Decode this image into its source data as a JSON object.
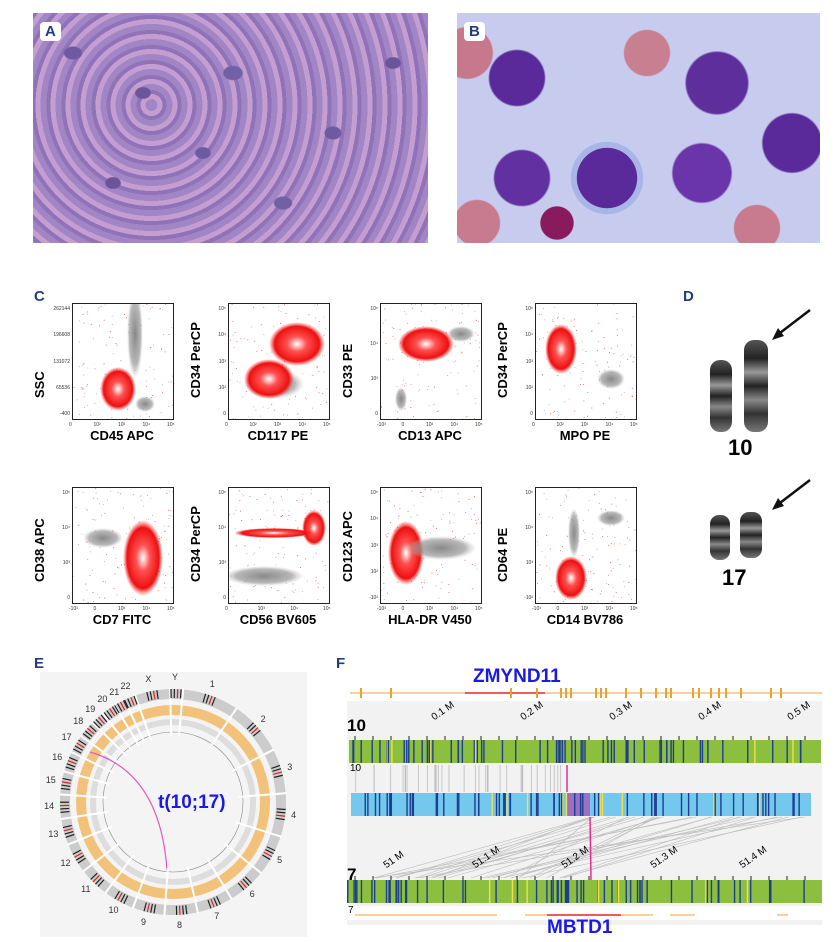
{
  "panels": {
    "a": "A",
    "b": "B",
    "c": "C",
    "d": "D",
    "e": "E",
    "f": "F"
  },
  "facs": [
    {
      "y": "SSC",
      "x": "CD45 APC",
      "yticks": [
        "262144",
        "196608",
        "131072",
        "65536",
        "-400"
      ],
      "xticks": [
        "0",
        "10²",
        "10³",
        "10⁴",
        "10⁵"
      ]
    },
    {
      "y": "CD34 PerCP",
      "x": "CD117 PE",
      "yticks": [
        "10⁵",
        "10⁴",
        "10³",
        "10²",
        "0"
      ],
      "xticks": [
        "0",
        "10²",
        "10³",
        "10⁴",
        "10⁵"
      ]
    },
    {
      "y": "CD33 PE",
      "x": "CD13 APC",
      "yticks": [
        "10⁵",
        "10⁴",
        "10³",
        "0"
      ],
      "xticks": [
        "-10³",
        "0",
        "10³",
        "10⁴",
        "10⁵"
      ]
    },
    {
      "y": "CD34 PerCP",
      "x": "MPO PE",
      "yticks": [
        "10⁵",
        "10⁴",
        "10³",
        "10²",
        "0"
      ],
      "xticks": [
        "0",
        "10²",
        "10³",
        "10⁴",
        "10⁵"
      ]
    },
    {
      "y": "CD38 APC",
      "x": "CD7 FITC",
      "yticks": [
        "10⁵",
        "10⁴",
        "10³",
        "0"
      ],
      "xticks": [
        "-10³",
        "0",
        "10³",
        "10⁴",
        "10⁵"
      ]
    },
    {
      "y": "CD34 PerCP",
      "x": "CD56 BV605",
      "yticks": [
        "10⁵",
        "10⁴",
        "10³",
        "0"
      ],
      "xticks": [
        "0",
        "10³",
        "10⁴",
        "10⁵"
      ]
    },
    {
      "y": "CD123 APC",
      "x": "HLA-DR V450",
      "yticks": [
        "10⁵",
        "10⁴",
        "10³",
        "10²",
        "-10²"
      ],
      "xticks": [
        "-10³",
        "0",
        "10³",
        "10⁴",
        "10⁵"
      ]
    },
    {
      "y": "CD64 PE",
      "x": "CD14 BV786",
      "yticks": [
        "10⁵",
        "10⁴",
        "10³",
        "-10²"
      ],
      "xticks": [
        "-10³",
        "0",
        "10³",
        "10⁴",
        "10⁵"
      ]
    }
  ],
  "karyotype": {
    "chr_a": "10",
    "chr_b": "17"
  },
  "circos": {
    "title": "t(10;17)",
    "chromosomes": [
      "1",
      "2",
      "3",
      "4",
      "5",
      "6",
      "7",
      "8",
      "9",
      "10",
      "11",
      "12",
      "13",
      "14",
      "15",
      "16",
      "17",
      "18",
      "19",
      "20",
      "21",
      "22",
      "X",
      "Y"
    ]
  },
  "fusion": {
    "gene_top": "ZMYND11",
    "gene_bottom": "MBTD1",
    "chr_top": "10",
    "chr_top_small": "10",
    "chr_bottom": "7",
    "chr_bottom_small": "7",
    "scale_top": [
      "0.1 M",
      "0.2 M",
      "0.3 M",
      "0.4 M",
      "0.5 M"
    ],
    "scale_bottom": [
      "51 M",
      "51.1 M",
      "51.2 M",
      "51.3 M",
      "51.4 M"
    ]
  },
  "colors": {
    "label": "#1f3f7a",
    "gene": "#1a1ae6",
    "green": "#8dbf3f",
    "blue": "#74c8ee",
    "stripe": "#1d3f91",
    "purple": "#9b6fc4",
    "magenta": "#e6308f",
    "orange": "#f0a030"
  }
}
